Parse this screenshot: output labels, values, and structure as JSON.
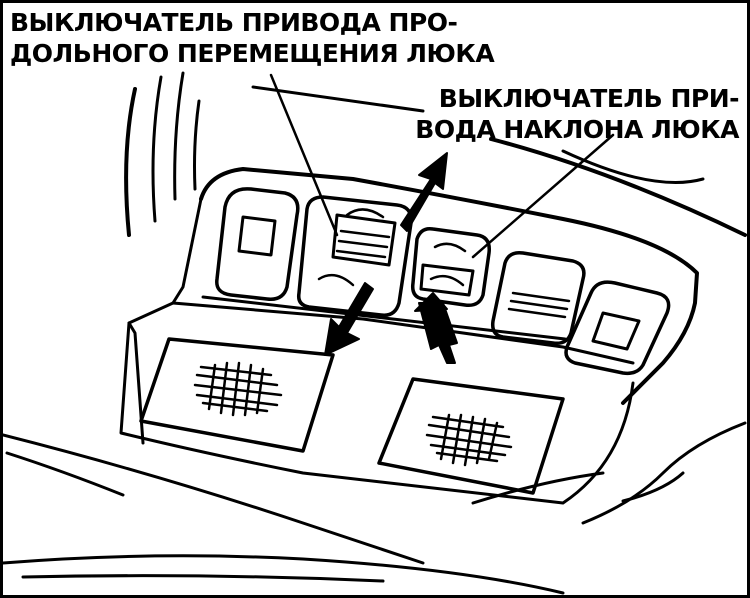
{
  "callouts": {
    "slide_switch": {
      "line1": "ВЫКЛЮЧАТЕЛЬ ПРИВОДА ПРО-",
      "line2": "ДОЛЬНОГО ПЕРЕМЕЩЕНИЯ ЛЮКА"
    },
    "tilt_switch": {
      "line1": "ВЫКЛЮЧАТЕЛЬ ПРИ-",
      "line2": "ВОДА НАКЛОНА ЛЮКА"
    }
  },
  "colors": {
    "ink": "#000000",
    "paper": "#ffffff"
  },
  "icons": [
    "double-arrow-icon",
    "speaker-grille-icon"
  ]
}
